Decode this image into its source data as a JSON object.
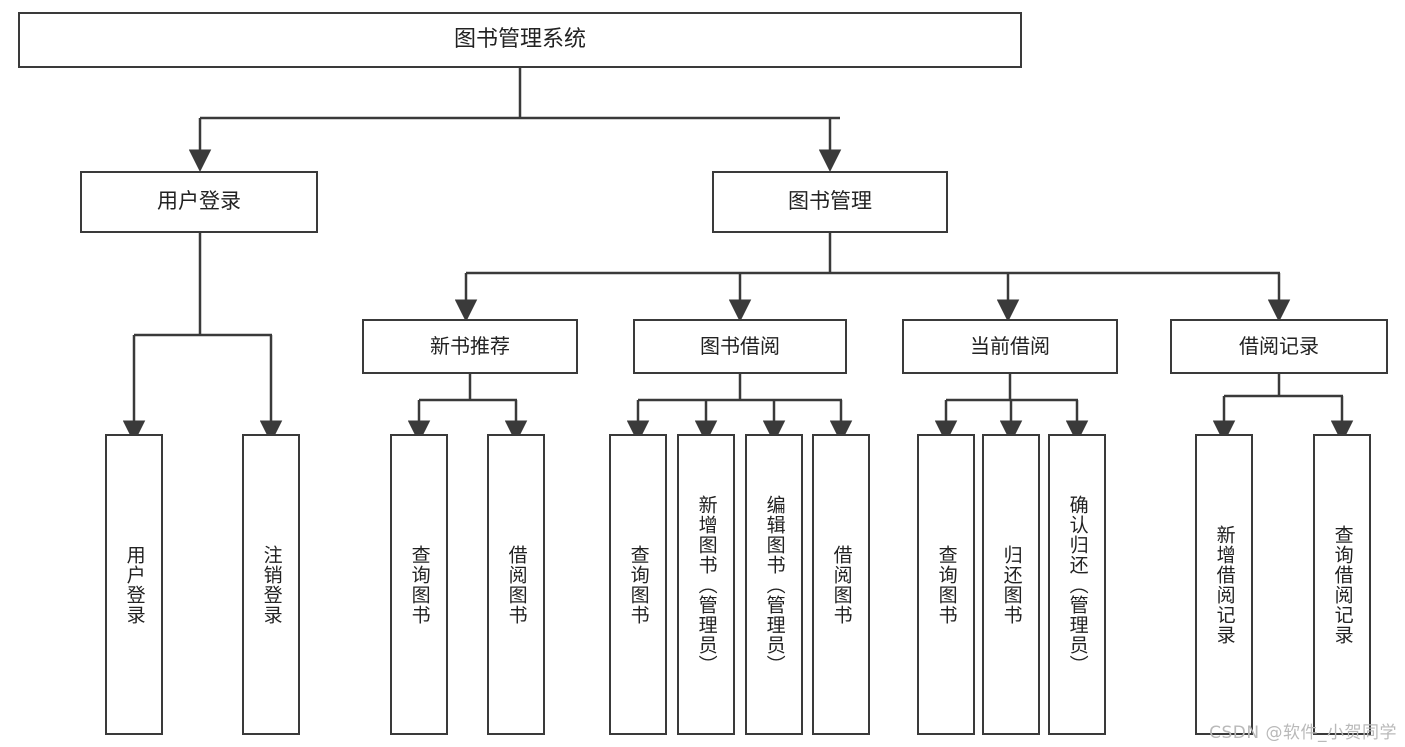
{
  "diagram": {
    "title": "图书管理系统",
    "type": "tree-hierarchy",
    "stroke_color": "#3a3a3a",
    "fill_color": "#ffffff",
    "text_color": "#222222",
    "nodes": {
      "root": {
        "label": "图书管理系统"
      },
      "branches": [
        {
          "label": "用户登录"
        },
        {
          "label": "图书管理"
        }
      ],
      "subs": [
        {
          "label": "新书推荐"
        },
        {
          "label": "图书借阅"
        },
        {
          "label": "当前借阅"
        },
        {
          "label": "借阅记录"
        }
      ],
      "leaves": [
        {
          "label": "用户登录",
          "parent": "用户登录"
        },
        {
          "label": "注销登录",
          "parent": "用户登录"
        },
        {
          "label": "查询图书",
          "parent": "新书推荐"
        },
        {
          "label": "借阅图书",
          "parent": "新书推荐"
        },
        {
          "label": "查询图书",
          "parent": "图书借阅"
        },
        {
          "label": "新增图书（管理员）",
          "parent": "图书借阅"
        },
        {
          "label": "编辑图书（管理员）",
          "parent": "图书借阅"
        },
        {
          "label": "借阅图书",
          "parent": "图书借阅"
        },
        {
          "label": "查询图书",
          "parent": "当前借阅"
        },
        {
          "label": "归还图书",
          "parent": "当前借阅"
        },
        {
          "label": "确认归还（管理员）",
          "parent": "当前借阅"
        },
        {
          "label": "新增借阅记录",
          "parent": "借阅记录"
        },
        {
          "label": "查询借阅记录",
          "parent": "借阅记录"
        }
      ]
    }
  },
  "watermark": {
    "text": "CSDN @软件_小贺同学"
  }
}
